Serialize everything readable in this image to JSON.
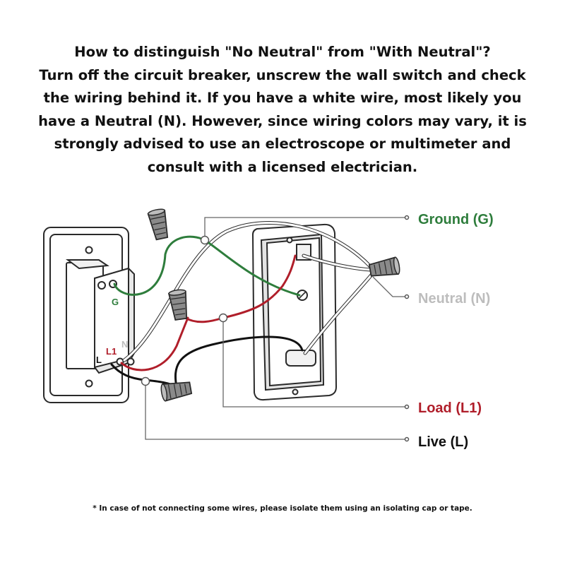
{
  "intro": {
    "lines": [
      "How to distinguish \"No Neutral\" from \"With Neutral\"?",
      "Turn off the circuit breaker, unscrew the wall switch and check",
      "the wiring behind it. If you have a white wire, most likely you",
      "have a Neutral (N). However, since wiring colors may vary, it is",
      "strongly advised  to use an electroscope or multimeter and",
      "consult with a licensed electrician."
    ]
  },
  "callouts": {
    "ground": "Ground (G)",
    "neutral": "Neutral (N)",
    "load": "Load (L1)",
    "live": "Live (L)"
  },
  "terminals": {
    "g": "G",
    "n": "N",
    "l1": "L1",
    "l": "L"
  },
  "colors": {
    "ground": "#2e7d3c",
    "neutral": "#bdbdbd",
    "load": "#b01e2a",
    "live": "#111111",
    "outline": "#2a2a2a"
  },
  "footnote": "* In case of not connecting some wires, please isolate them using an isolating cap or tape."
}
